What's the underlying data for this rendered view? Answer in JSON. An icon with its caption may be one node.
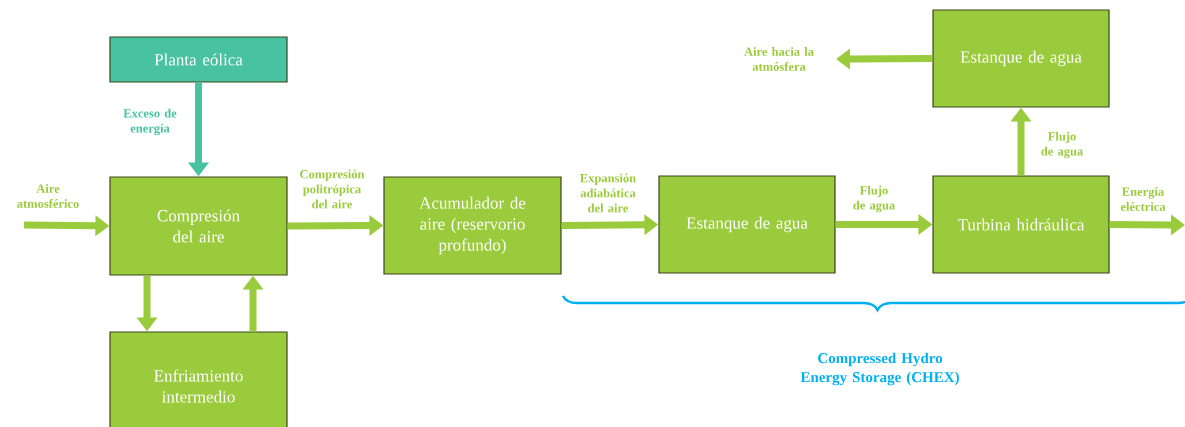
{
  "diagram": {
    "nodes": [
      {
        "text": [
          "Planta eólica"
        ]
      },
      {
        "text": [
          "Compresión del aire"
        ]
      },
      {
        "text": [
          "Enfriamiento intermedio"
        ]
      },
      {
        "text": [
          "Acumulador de aire (reservorio profundo)"
        ]
      },
      {
        "text": [
          "Estanque de agua"
        ]
      },
      {
        "text": [
          "Turbina hidráulica"
        ]
      },
      {
        "text": [
          "Estanque de agua"
        ]
      }
    ],
    "edges": [
      {
        "from": 0,
        "to": 1,
        "arrow": "to",
        "label": "Exceso de energía",
        "color": "#48c2a0"
      },
      {
        "from": null,
        "to": 1,
        "arrow": "to",
        "label": "Aire atmosférico"
      },
      {
        "from": 1,
        "to": 2,
        "arrow": "to"
      },
      {
        "from": 2,
        "to": 1,
        "arrow": "to"
      },
      {
        "from": 1,
        "to": 3,
        "arrow": "to",
        "label": "Compresión politrópica del aire"
      },
      {
        "from": 3,
        "to": 4,
        "arrow": "to",
        "label": "Expansión adiabática del aire"
      },
      {
        "from": 4,
        "to": 5,
        "arrow": "to",
        "label": "Flujo de agua"
      },
      {
        "from": 5,
        "to": 6,
        "arrow": "to",
        "label": "Flujo de agua"
      },
      {
        "from": 6,
        "to": null,
        "arrow": "to",
        "label": "Aire hacia la atmósfera"
      },
      {
        "from": 5,
        "to": null,
        "arrow": "to",
        "label": "Energía eléctrica"
      }
    ],
    "labels": [
      "Compressed Hydro Energy Storage (CHEX)"
    ]
  }
}
